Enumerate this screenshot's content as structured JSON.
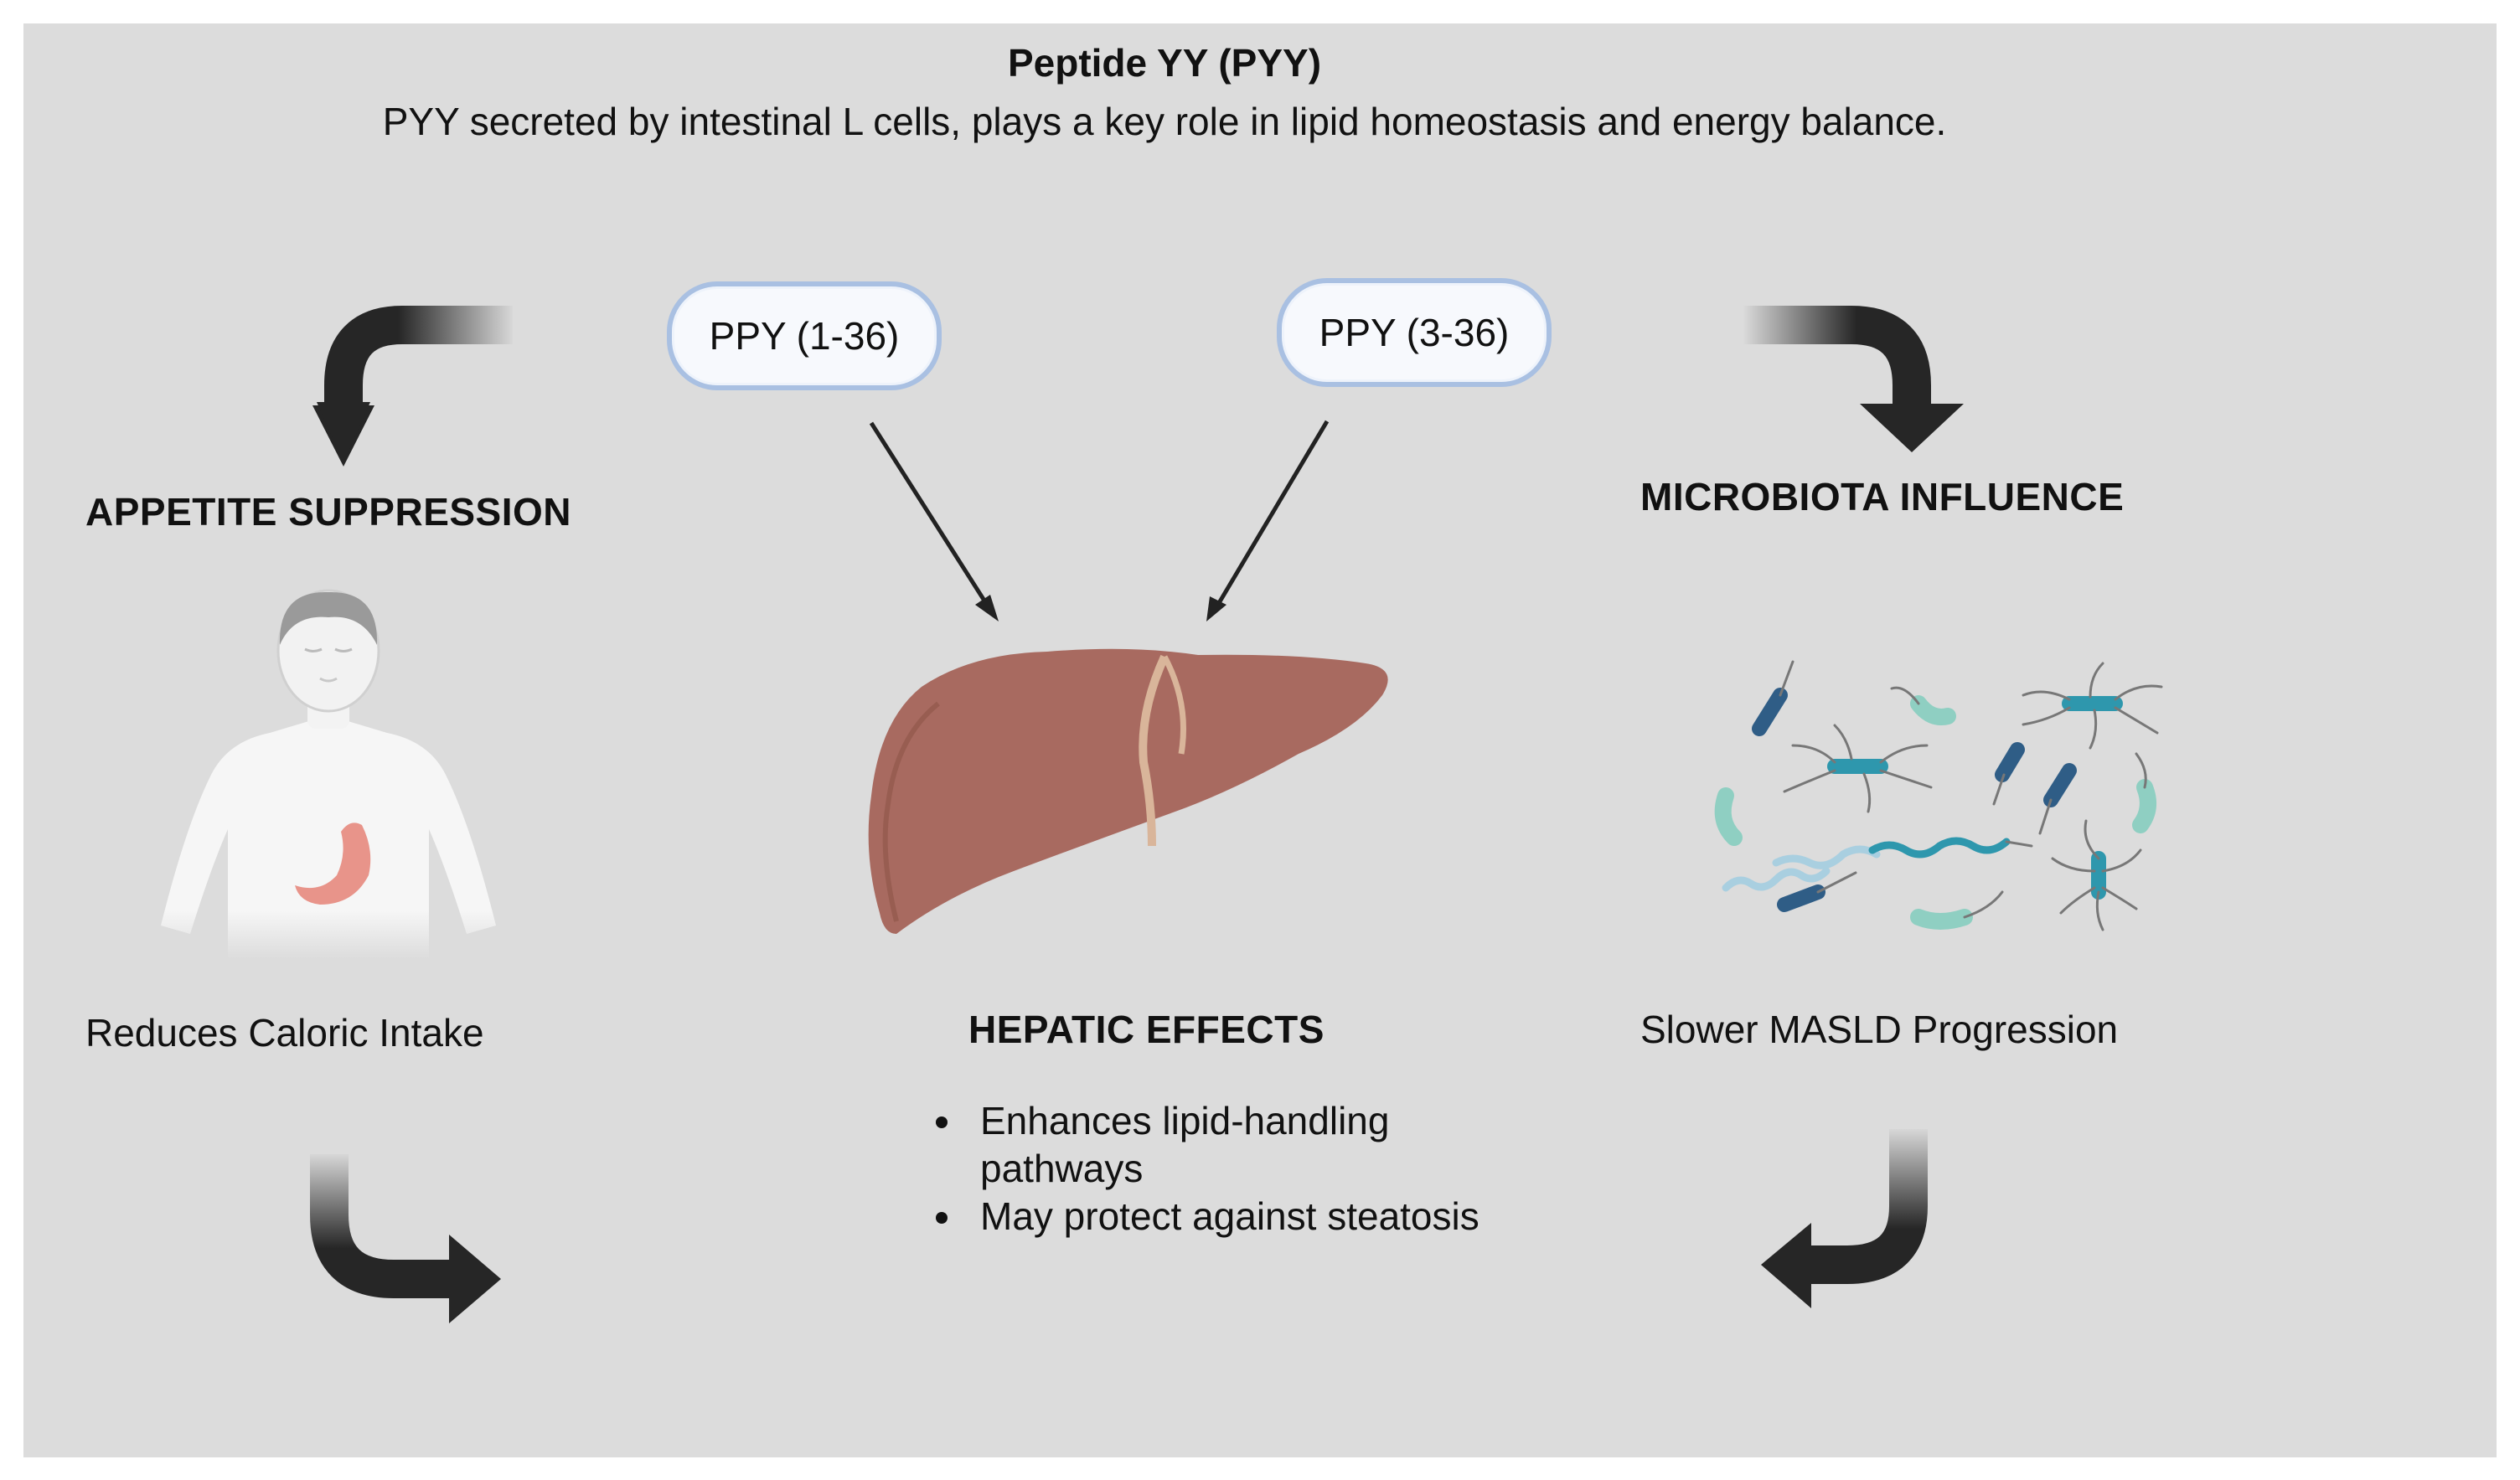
{
  "header": {
    "title": "Peptide YY (PYY)",
    "subtitle": "PYY secreted by intestinal L cells, plays a key role in lipid homeostasis and energy balance."
  },
  "center": {
    "pill_left": "PPY (1-36)",
    "pill_right": "PPY (3-36)",
    "heading": "HEPATIC EFFECTS",
    "bullets": [
      "Enhances lipid-handling pathways",
      "May protect against steatosis"
    ]
  },
  "left": {
    "heading": "APPETITE SUPPRESSION",
    "caption": "Reduces Caloric Intake"
  },
  "right": {
    "heading": "MICROBIOTA INFLUENCE",
    "caption": "Slower MASLD Progression"
  },
  "colors": {
    "panel_background": "#dcdcdc",
    "arrow_dark": "#262626",
    "liver": "#a86a60",
    "pill_border": "#a9c0e2",
    "stomach": "#e8948a",
    "bacteria_teal": "#2e97ad",
    "bacteria_dark": "#2f5d86",
    "bacteria_light": "#8fcfc2"
  },
  "icons": {
    "left_figure": "human-torso-stomach-icon",
    "center_figure": "liver-icon",
    "right_figure": "bacteria-cluster-icon"
  }
}
